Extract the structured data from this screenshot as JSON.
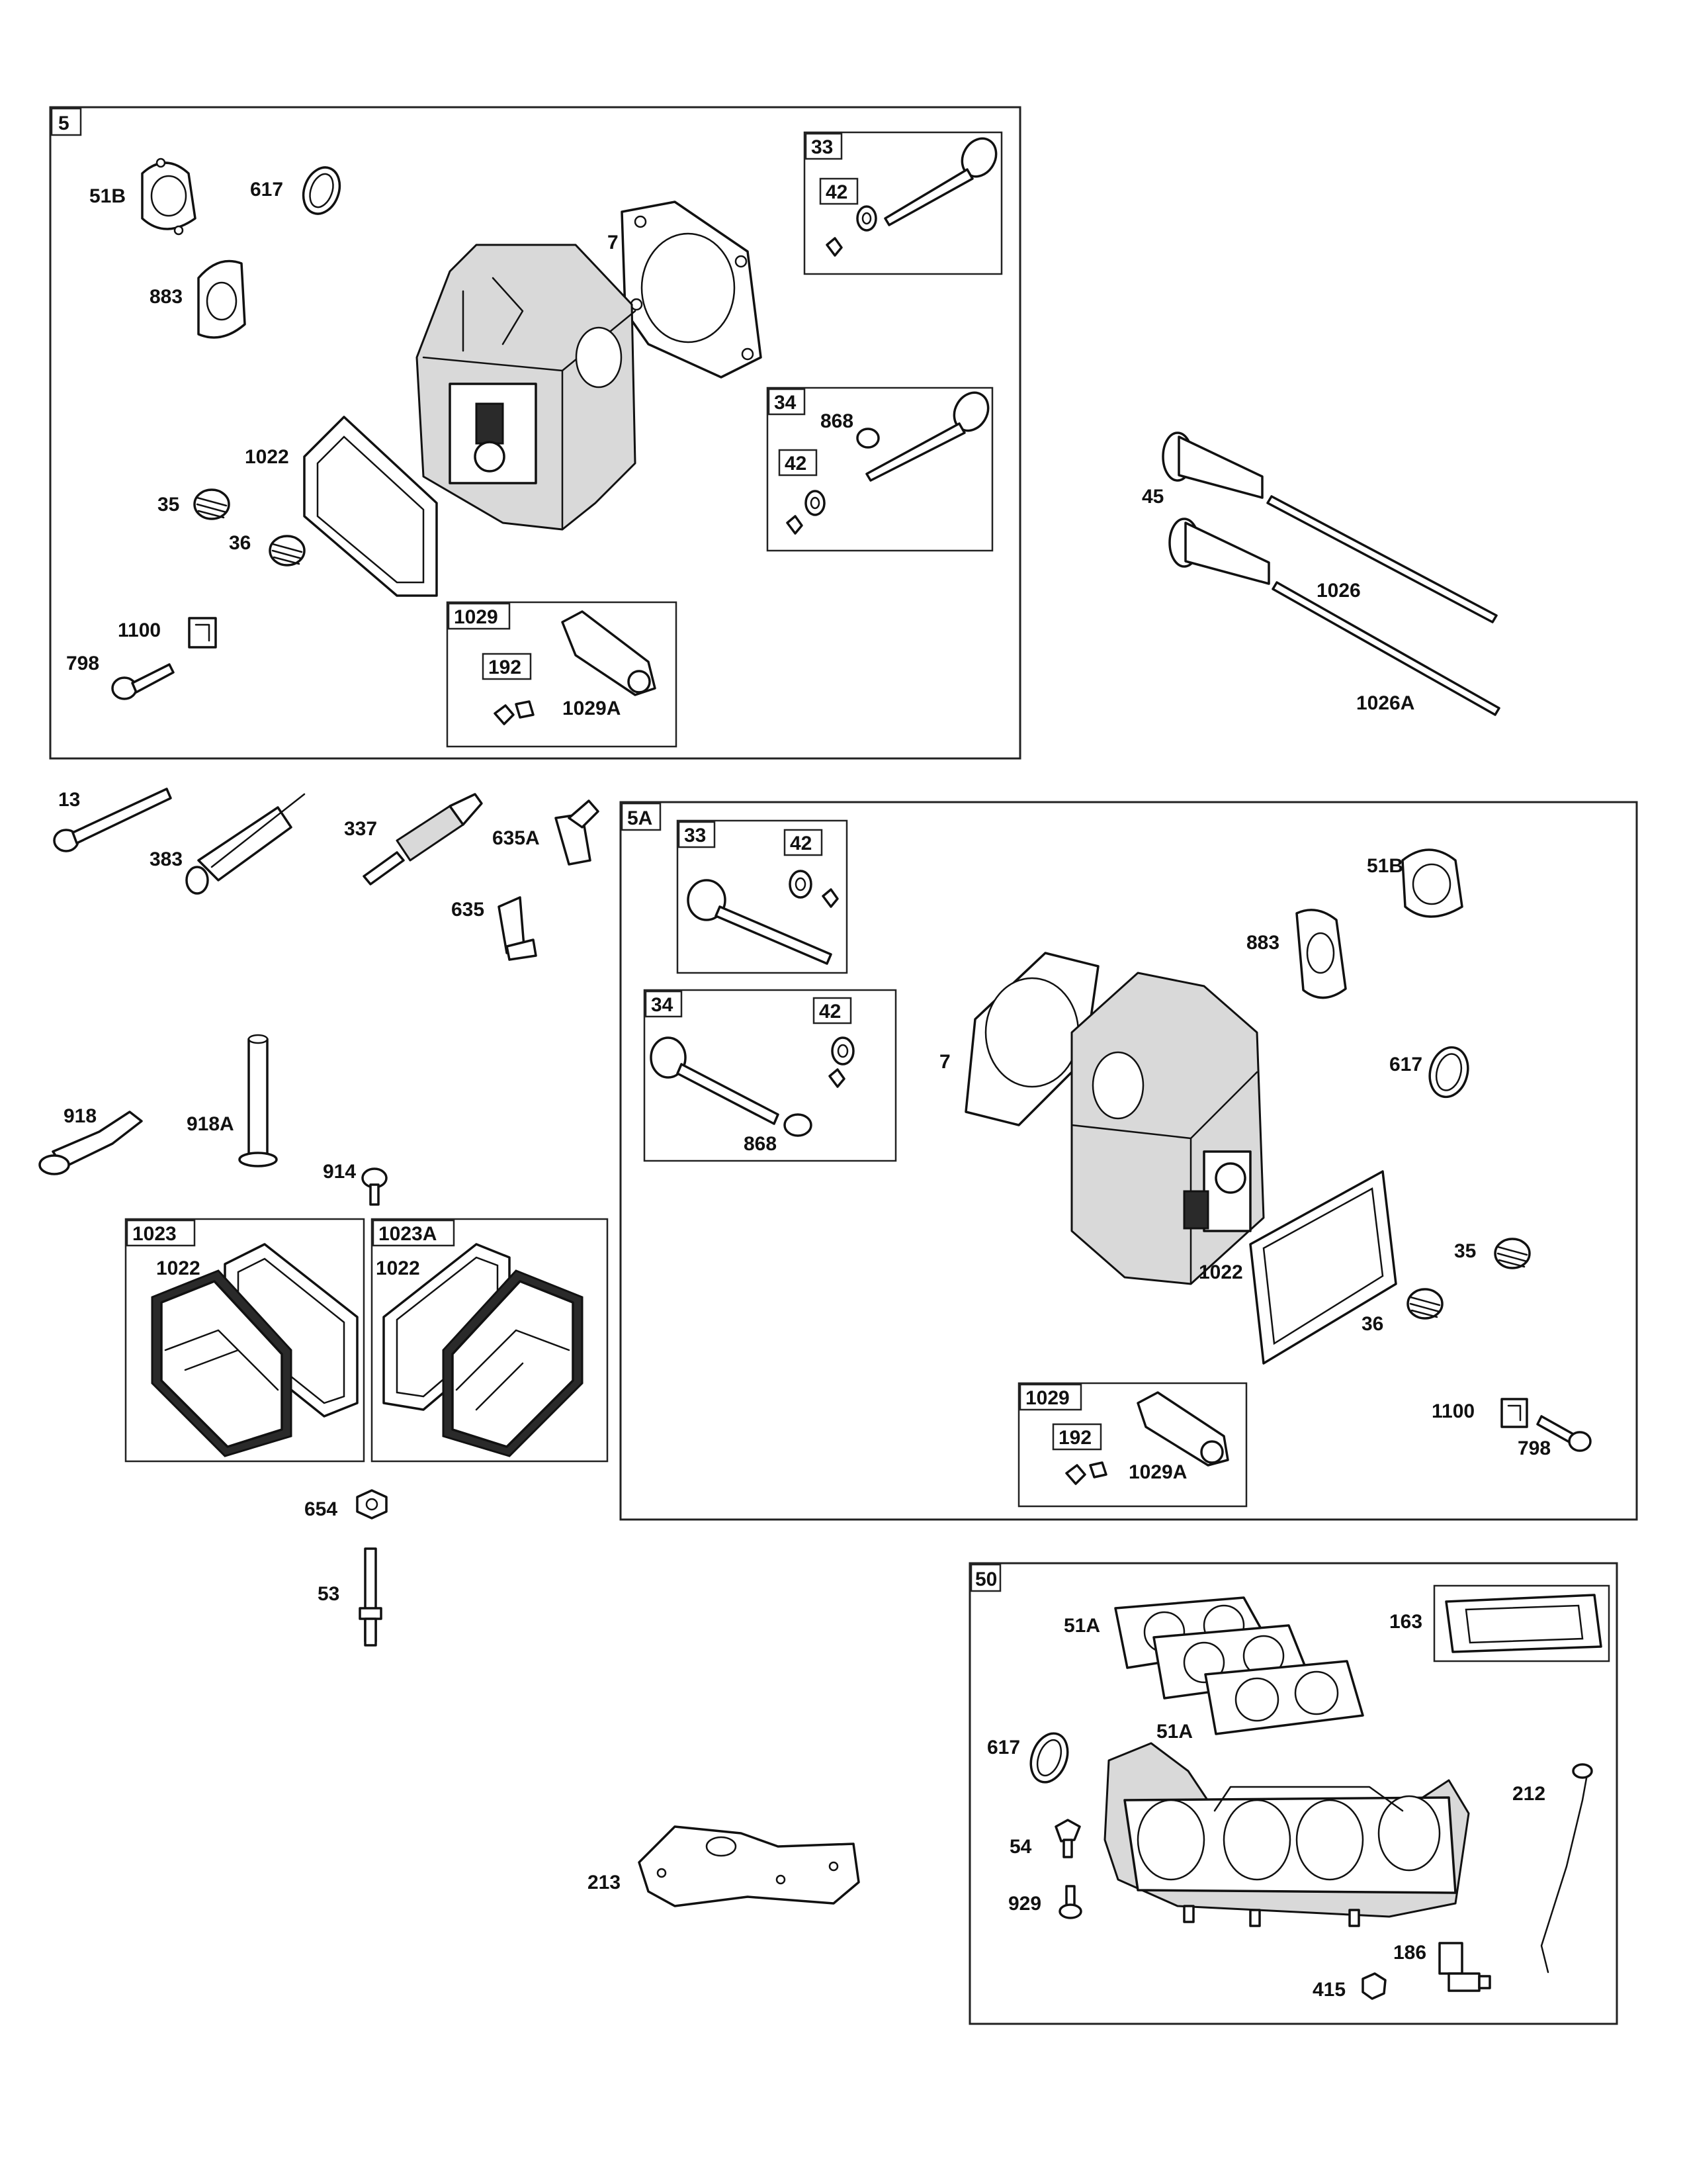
{
  "groups": [
    {
      "id": "5",
      "label": "5"
    },
    {
      "id": "33a",
      "label": "33"
    },
    {
      "id": "42a",
      "label": "42"
    },
    {
      "id": "34a",
      "label": "34"
    },
    {
      "id": "42b",
      "label": "42"
    },
    {
      "id": "1029a",
      "label": "1029"
    },
    {
      "id": "192a",
      "label": "192"
    },
    {
      "id": "5A",
      "label": "5A"
    },
    {
      "id": "33b",
      "label": "33"
    },
    {
      "id": "42c",
      "label": "42"
    },
    {
      "id": "34b",
      "label": "34"
    },
    {
      "id": "42d",
      "label": "42"
    },
    {
      "id": "1029b",
      "label": "1029"
    },
    {
      "id": "192b",
      "label": "192"
    },
    {
      "id": "1023",
      "label": "1023"
    },
    {
      "id": "1023A",
      "label": "1023A"
    },
    {
      "id": "50",
      "label": "50"
    }
  ],
  "callouts": [
    {
      "id": "c51B-1",
      "text": "51B"
    },
    {
      "id": "c617-1",
      "text": "617"
    },
    {
      "id": "c883-1",
      "text": "883"
    },
    {
      "id": "c7-1",
      "text": "7"
    },
    {
      "id": "c868-1",
      "text": "868"
    },
    {
      "id": "c1022-1",
      "text": "1022"
    },
    {
      "id": "c35-1",
      "text": "35"
    },
    {
      "id": "c36-1",
      "text": "36"
    },
    {
      "id": "c1100-1",
      "text": "1100"
    },
    {
      "id": "c798-1",
      "text": "798"
    },
    {
      "id": "c1029A-1",
      "text": "1029A"
    },
    {
      "id": "c45",
      "text": "45"
    },
    {
      "id": "c1026",
      "text": "1026"
    },
    {
      "id": "c1026A",
      "text": "1026A"
    },
    {
      "id": "c13",
      "text": "13"
    },
    {
      "id": "c383",
      "text": "383"
    },
    {
      "id": "c337",
      "text": "337"
    },
    {
      "id": "c635A",
      "text": "635A"
    },
    {
      "id": "c635",
      "text": "635"
    },
    {
      "id": "c918",
      "text": "918"
    },
    {
      "id": "c918A",
      "text": "918A"
    },
    {
      "id": "c914",
      "text": "914"
    },
    {
      "id": "c1022-2",
      "text": "1022"
    },
    {
      "id": "c1022-3",
      "text": "1022"
    },
    {
      "id": "c654",
      "text": "654"
    },
    {
      "id": "c53",
      "text": "53"
    },
    {
      "id": "c51B-2",
      "text": "51B"
    },
    {
      "id": "c883-2",
      "text": "883"
    },
    {
      "id": "c7-2",
      "text": "7"
    },
    {
      "id": "c617-2",
      "text": "617"
    },
    {
      "id": "c868-2",
      "text": "868"
    },
    {
      "id": "c1022-4",
      "text": "1022"
    },
    {
      "id": "c35-2",
      "text": "35"
    },
    {
      "id": "c36-2",
      "text": "36"
    },
    {
      "id": "c1100-2",
      "text": "1100"
    },
    {
      "id": "c798-2",
      "text": "798"
    },
    {
      "id": "c1029A-2",
      "text": "1029A"
    },
    {
      "id": "c213",
      "text": "213"
    },
    {
      "id": "c51A-1",
      "text": "51A"
    },
    {
      "id": "c51A-2",
      "text": "51A"
    },
    {
      "id": "c163",
      "text": "163"
    },
    {
      "id": "c617-3",
      "text": "617"
    },
    {
      "id": "c54",
      "text": "54"
    },
    {
      "id": "c929",
      "text": "929"
    },
    {
      "id": "c212",
      "text": "212"
    },
    {
      "id": "c186",
      "text": "186"
    },
    {
      "id": "c415",
      "text": "415"
    }
  ]
}
